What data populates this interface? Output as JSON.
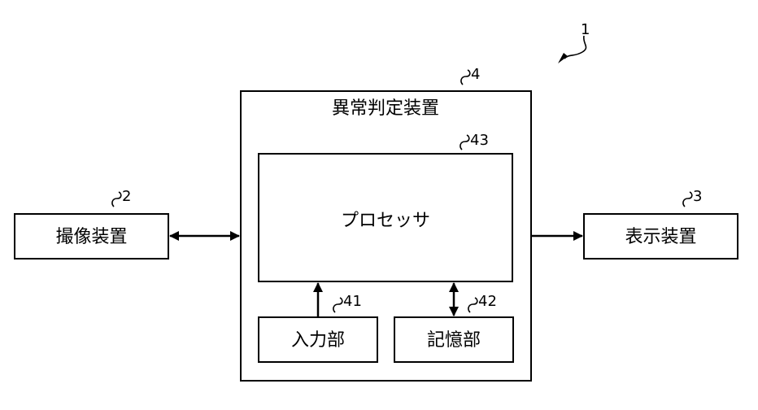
{
  "system": {
    "ref": "1"
  },
  "imaging_device": {
    "label": "撮像装置",
    "ref": "2"
  },
  "display_device": {
    "label": "表示装置",
    "ref": "3"
  },
  "anomaly_device": {
    "label": "異常判定装置",
    "ref": "4"
  },
  "processor": {
    "label": "プロセッサ",
    "ref": "43"
  },
  "input_unit": {
    "label": "入力部",
    "ref": "41"
  },
  "storage_unit": {
    "label": "記憶部",
    "ref": "42"
  }
}
